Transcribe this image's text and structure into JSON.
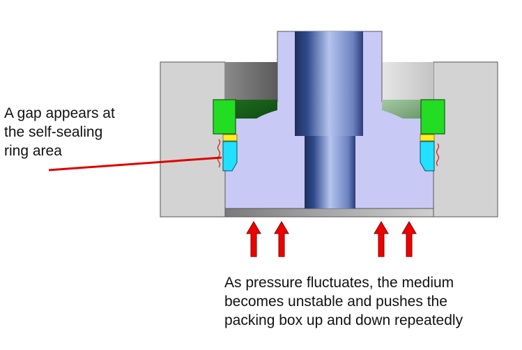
{
  "annotations": {
    "gap_label": {
      "lines": [
        "A gap appears at",
        "the self-sealing",
        "ring area"
      ]
    },
    "pressure_label": {
      "lines": [
        "As pressure fluctuates, the medium",
        "becomes unstable and pushes the",
        "packing box up and down repeatedly"
      ]
    }
  },
  "colors": {
    "housing": "#d3d3d3",
    "housing_edge": "#555555",
    "bonnet": "#c9c9f5",
    "stem_dark": "#1f2f5c",
    "stem_light": "#a9b9e8",
    "seal_ring": "#22dd22",
    "packing_cyan": "#22e0ff",
    "gap_yellow": "#ffee22",
    "gap_line": "#e00000",
    "arrow": "#ee0000",
    "wavy": "#cc2222"
  },
  "icons": {
    "arrow": "up-arrow-icon"
  }
}
